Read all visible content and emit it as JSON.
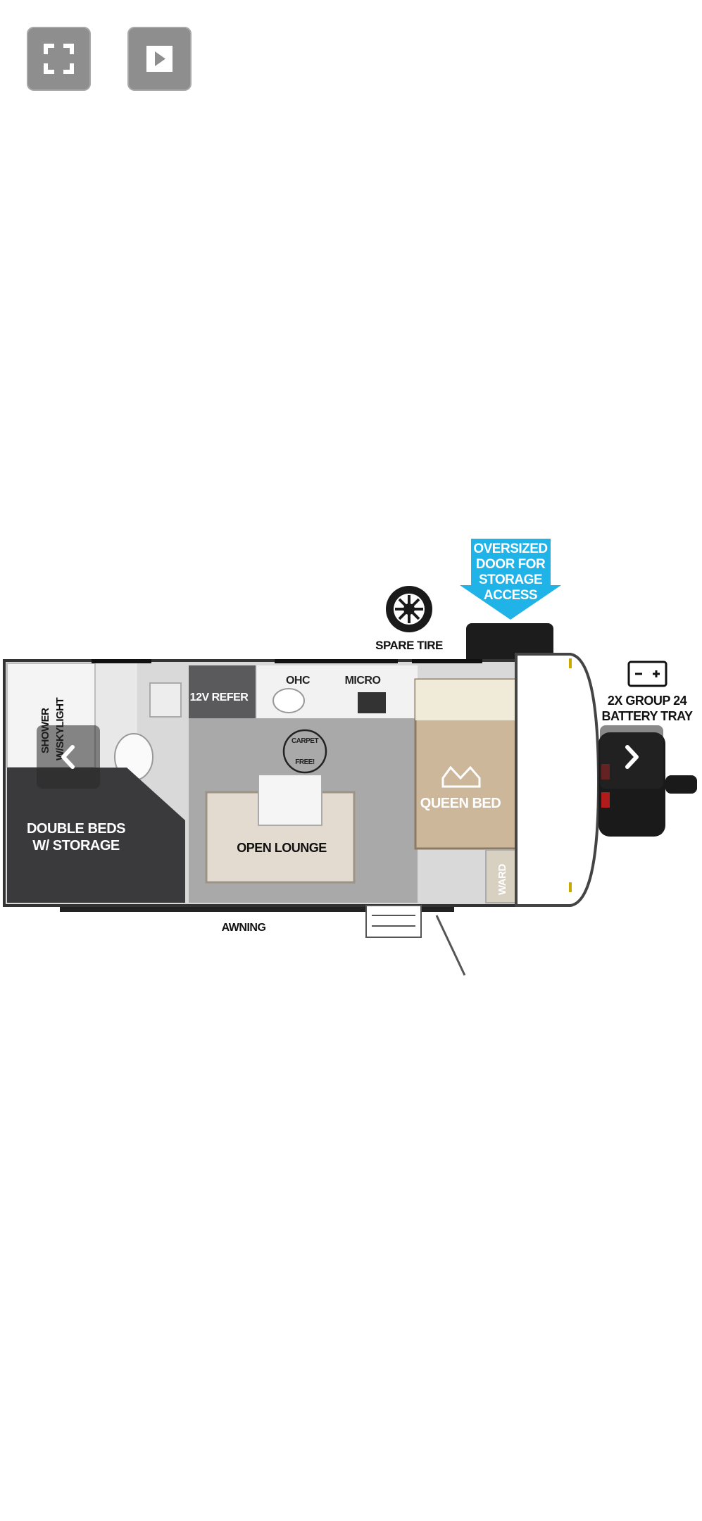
{
  "controls": {
    "fullscreen_icon": "fullscreen-icon",
    "play_icon": "play-icon"
  },
  "floorplan": {
    "callout": [
      "OVERSIZED",
      "DOOR FOR",
      "STORAGE",
      "ACCESS"
    ],
    "spare_tire": "SPARE TIRE",
    "battery": [
      "2X GROUP 24",
      "BATTERY TRAY"
    ],
    "shower": [
      "SHOWER",
      "W/SKYLIGHT"
    ],
    "refer": "12V REFER",
    "ohc": "OHC",
    "micro": "MICRO",
    "carpet_free": [
      "CARPET",
      "FREE!"
    ],
    "queen_bed": "QUEEN BED",
    "double_beds": [
      "DOUBLE BEDS",
      "W/ STORAGE"
    ],
    "open_lounge": "OPEN LOUNGE",
    "ward": "WARD",
    "awning": "AWNING"
  },
  "colors": {
    "callout_blue": "#1fb3e8",
    "dark_floor": "#3a3a3d",
    "gray_floor": "#a9a9a9",
    "bed_tan": "#cdb79a"
  },
  "nav": {
    "prev_icon": "chevron-left-icon",
    "next_icon": "chevron-right-icon"
  }
}
